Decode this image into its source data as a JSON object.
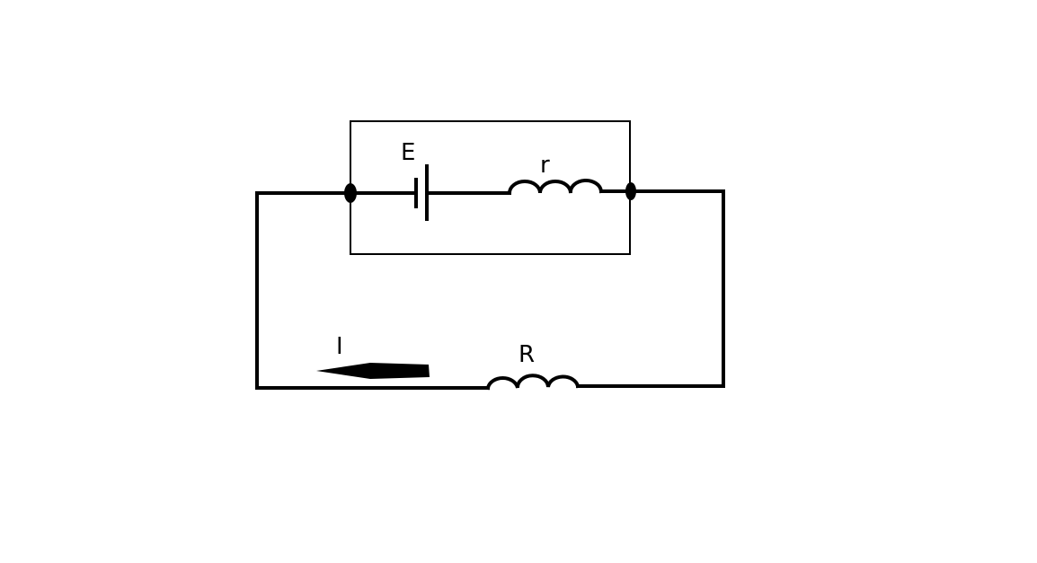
{
  "diagram": {
    "labels": {
      "emf": "E",
      "internal_resistance": "r",
      "external_resistance": "R",
      "current": "I"
    },
    "colors": {
      "line": "#000000",
      "background": "#ffffff"
    }
  }
}
